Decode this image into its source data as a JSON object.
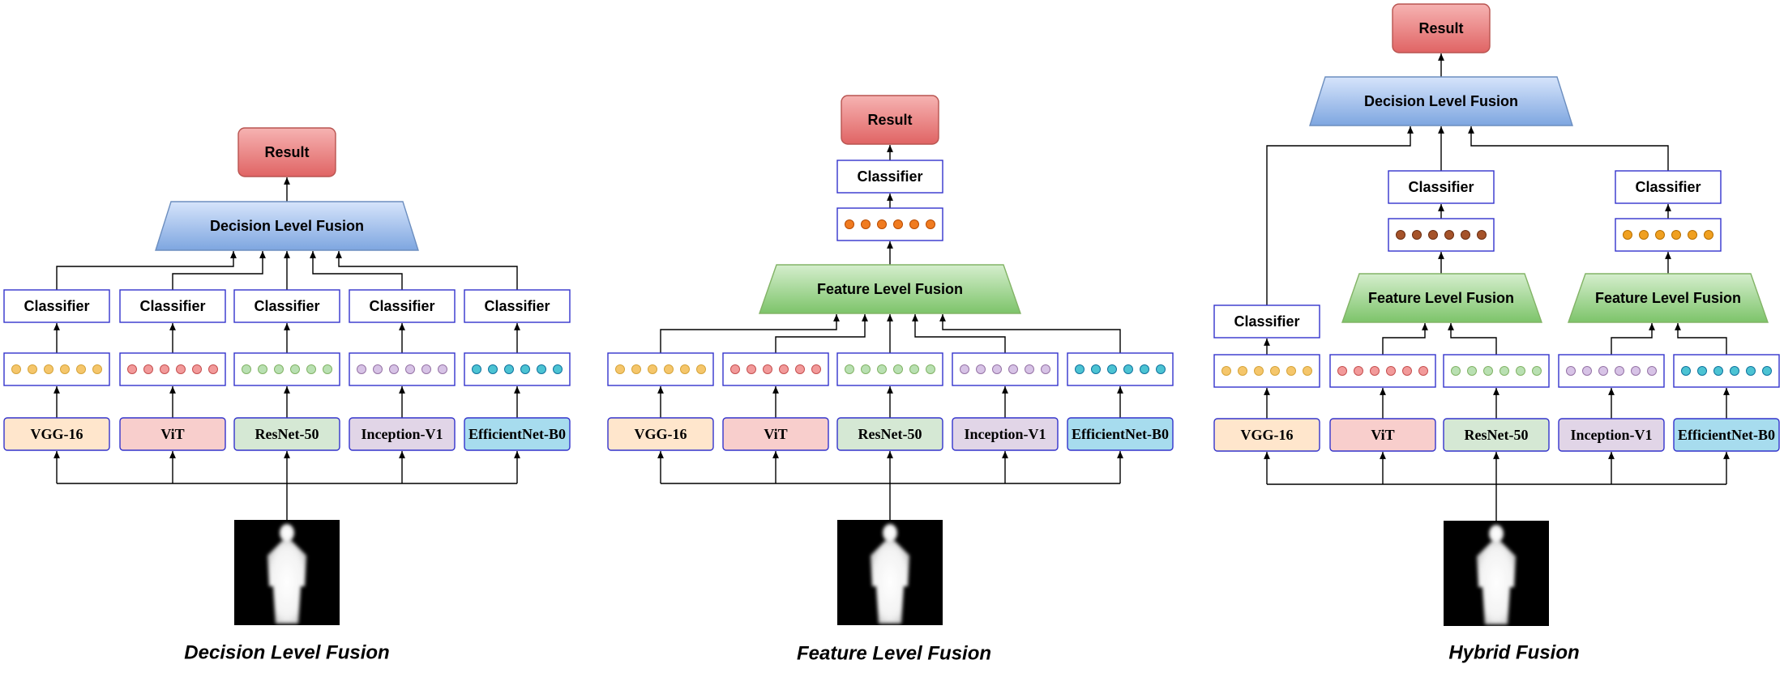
{
  "colors": {
    "result_top": "#f6b3b2",
    "result_bottom": "#e06464",
    "result_border": "#b85450",
    "decision_top": "#d6e4fb",
    "decision_bottom": "#7ea6e0",
    "decision_border": "#6c8ebf",
    "feature_top": "#d5eecd",
    "feature_bottom": "#7dc46a",
    "feature_border": "#82b366",
    "box_border": "#3333cc",
    "models": {
      "vgg": {
        "fill": "#ffe6cc",
        "dot": "#f5c66b",
        "dot_border": "#d6a43a"
      },
      "vit": {
        "fill": "#f8cecc",
        "dot": "#f29a9a",
        "dot_border": "#c55050"
      },
      "resnet": {
        "fill": "#d5e8d4",
        "dot": "#b9e0b2",
        "dot_border": "#82b366"
      },
      "inception": {
        "fill": "#e1d5e7",
        "dot": "#d7c3e6",
        "dot_border": "#9673a6"
      },
      "effnet": {
        "fill": "#a7dcee",
        "dot": "#4cc3d3",
        "dot_border": "#10739e"
      }
    },
    "fused_feature_dot": "#f07b20",
    "fused_feature_dot_border": "#b84a00",
    "hybrid_feature_dot": "#a5532a",
    "hybrid_feature_dot_border": "#6b2e12",
    "hybrid_feature_dot_2": "#f0a020",
    "hybrid_feature_dot_2_border": "#b87000"
  },
  "models": [
    "VGG-16",
    "ViT",
    "ResNet-50",
    "Inception-V1",
    "EfficientNet-B0"
  ],
  "icons": {
    "input": "silhouette-icon"
  },
  "panels": {
    "decision": {
      "caption": "Decision Level Fusion",
      "result": "Result",
      "fusion": "Decision Level Fusion",
      "classifier": "Classifier"
    },
    "feature": {
      "caption": "Feature Level Fusion",
      "result": "Result",
      "classifier": "Classifier",
      "fusion": "Feature Level Fusion"
    },
    "hybrid": {
      "caption": "Hybrid Fusion",
      "result": "Result",
      "fusion": "Decision Level Fusion",
      "classifier": "Classifier",
      "feature_fusion": "Feature Level Fusion"
    }
  }
}
